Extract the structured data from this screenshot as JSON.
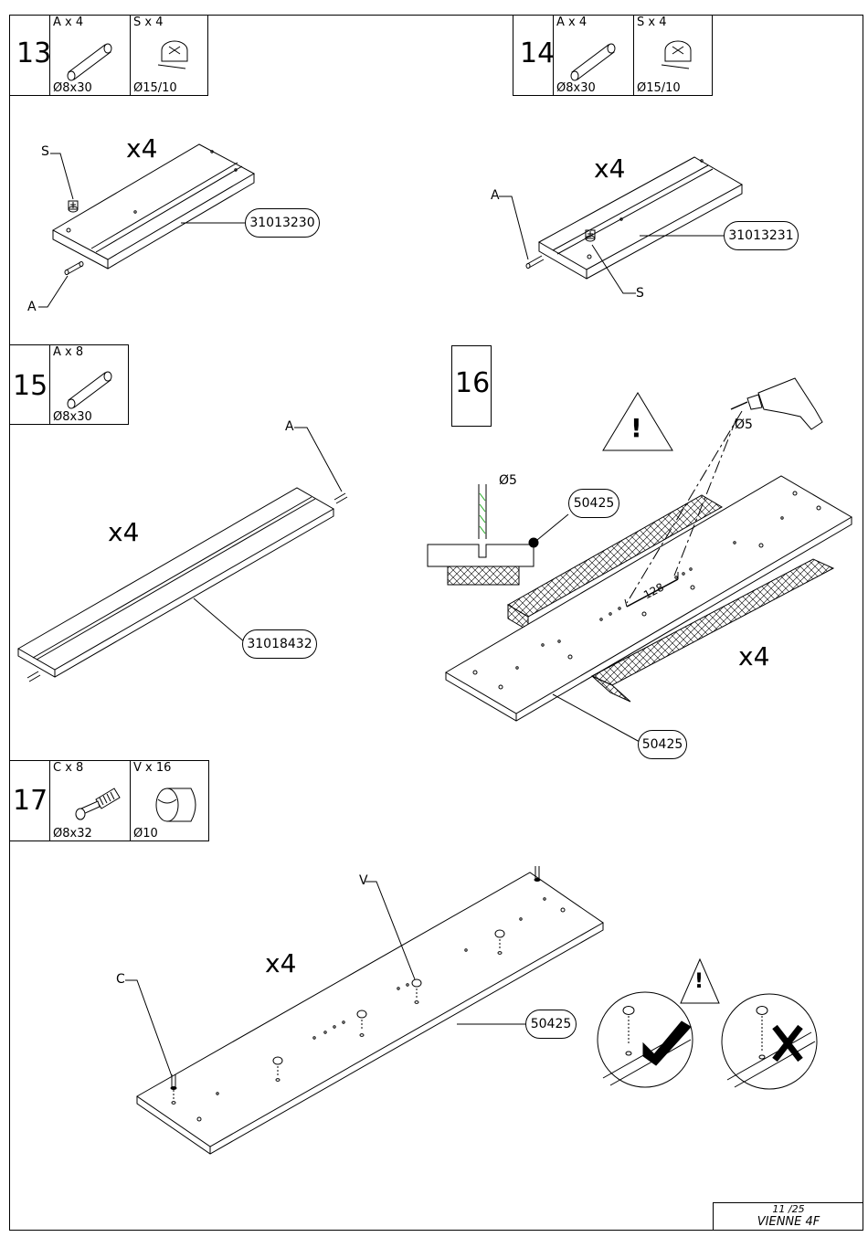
{
  "steps": [
    {
      "number": "13",
      "hardware": [
        {
          "qty": "A x 4",
          "dim": "Ø8x30"
        },
        {
          "qty": "S x 4",
          "dim": "Ø15/10"
        }
      ],
      "multiplier": "x4",
      "part": "31013230",
      "callouts": [
        "S",
        "A"
      ]
    },
    {
      "number": "14",
      "hardware": [
        {
          "qty": "A x 4",
          "dim": "Ø8x30"
        },
        {
          "qty": "S x 4",
          "dim": "Ø15/10"
        }
      ],
      "multiplier": "x4",
      "part": "31013231",
      "callouts": [
        "A",
        "S"
      ]
    },
    {
      "number": "15",
      "hardware": [
        {
          "qty": "A x 8",
          "dim": "Ø8x30"
        }
      ],
      "multiplier": "x4",
      "part": "31018432",
      "callouts": [
        "A"
      ]
    },
    {
      "number": "16",
      "multiplier": "x4",
      "part": "50425",
      "drill_size": "Ø5",
      "drill_size_2": "Ø5",
      "dimension": "128",
      "warning": "!"
    },
    {
      "number": "17",
      "hardware": [
        {
          "qty": "C x 8",
          "dim": "Ø8x32"
        },
        {
          "qty": "V x 16",
          "dim": "Ø10"
        }
      ],
      "multiplier": "x4",
      "part": "50425",
      "callouts": [
        "V",
        "C"
      ],
      "warning": "!"
    }
  ],
  "footer": {
    "page": "11 /25",
    "model": "VIENNE 4F"
  }
}
